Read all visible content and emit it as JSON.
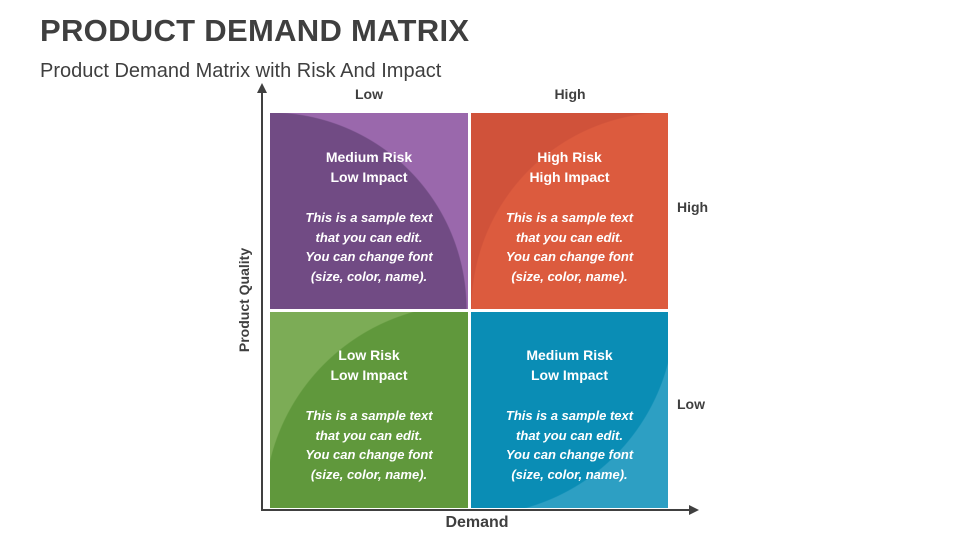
{
  "slide": {
    "title": "PRODUCT DEMAND MATRIX",
    "subtitle": "Product Demand Matrix with Risk And Impact"
  },
  "matrix": {
    "x_axis_label": "Demand",
    "y_axis_label": "Product Quality",
    "column_labels_top": [
      "Low",
      "High"
    ],
    "row_labels_right": [
      "High",
      "Low"
    ],
    "quadrants": [
      {
        "position": "top-left",
        "risk": "Medium Risk",
        "impact": "Low Impact",
        "body": "This is a sample text\nthat you can edit.\nYou can change font\n(size, color, name).",
        "base_color": "#714B84",
        "lens_color": "#9A68AC",
        "circle_at": "0% 100%",
        "circle_radius": 197
      },
      {
        "position": "top-right",
        "risk": "High Risk",
        "impact": "High Impact",
        "body": "This is a sample text\nthat you can edit.\nYou can change font\n(size, color, name).",
        "base_color": "#DC5B3E",
        "lens_color": "#D0523A",
        "circle_at": "100% 100%",
        "circle_radius": 197
      },
      {
        "position": "bottom-left",
        "risk": "Low Risk",
        "impact": "Low Impact",
        "body": "This is a sample text\nthat you can edit.\nYou can change font\n(size, color, name).",
        "base_color": "#60983C",
        "lens_color": "#7CAC56",
        "circle_at": "100% 100%",
        "circle_radius": 204
      },
      {
        "position": "bottom-right",
        "risk": "Medium Risk",
        "impact": "Low Impact",
        "body": "This is a sample text\nthat you can edit.\nYou can change font\n(size, color, name).",
        "base_color": "#0A8DB5",
        "lens_color": "#2D9FC3",
        "circle_at": "0% 0%",
        "circle_radius": 204
      }
    ]
  },
  "colors": {
    "background": "#FFFFFF",
    "heading_text": "#3F3F3F",
    "axis": "#404040",
    "quadrant_text": "#FFFFFF"
  }
}
